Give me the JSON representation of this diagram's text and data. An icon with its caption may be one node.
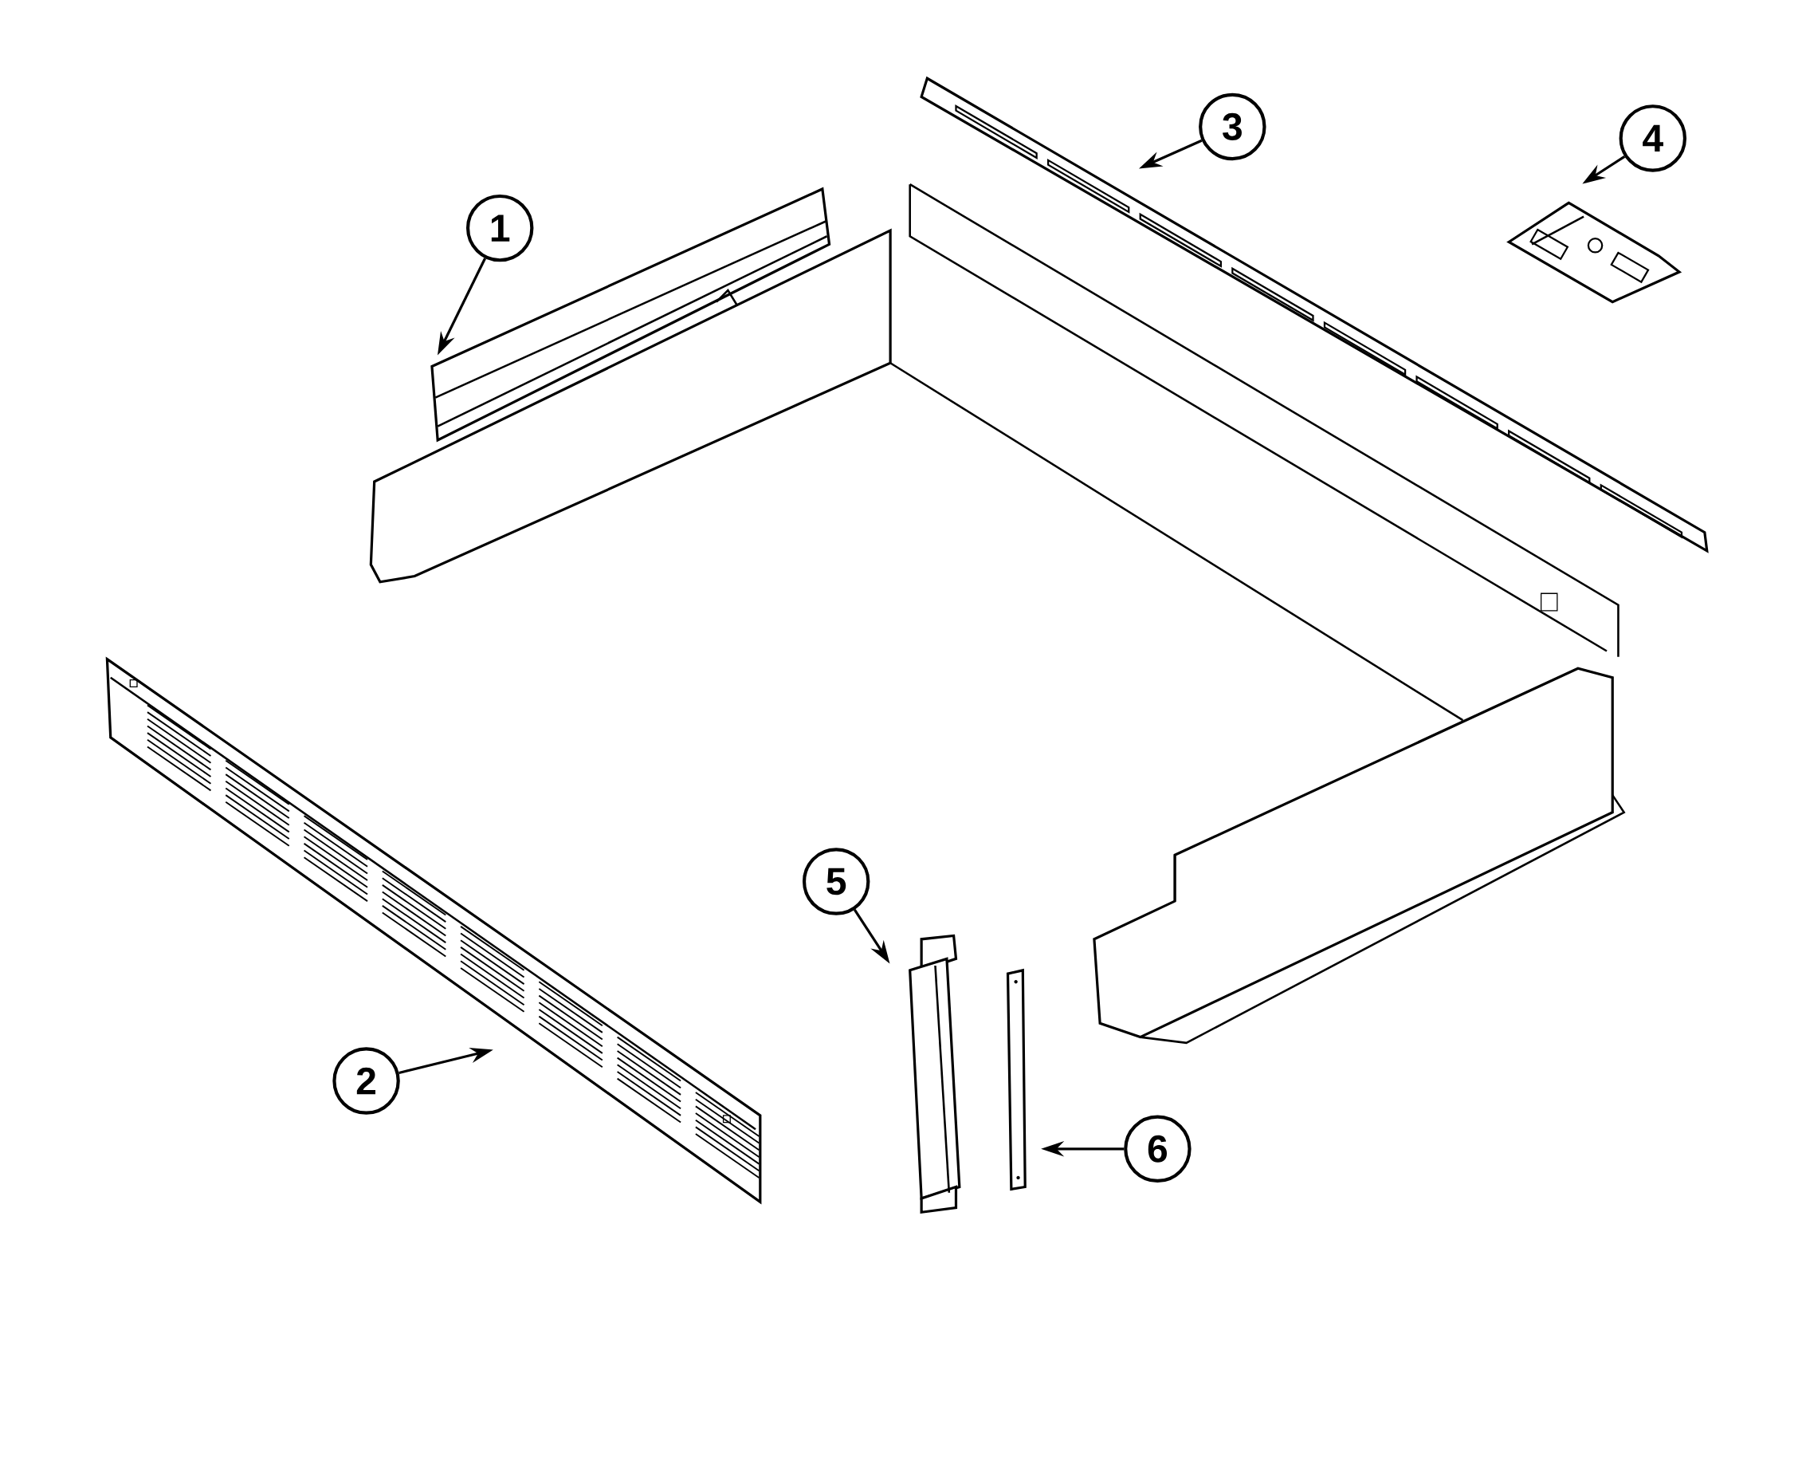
{
  "diagram": {
    "nodes": [
      {
        "text": [
          "1"
        ]
      },
      {
        "text": [
          "2"
        ]
      },
      {
        "text": [
          "3"
        ]
      },
      {
        "text": [
          "4"
        ]
      },
      {
        "text": [
          "5"
        ]
      },
      {
        "text": [
          "6"
        ]
      },
      {
        "text": [],
        "shape": "picture"
      },
      {
        "text": [],
        "shape": "picture"
      },
      {
        "text": [],
        "shape": "picture"
      },
      {
        "text": [],
        "shape": "picture"
      },
      {
        "text": [],
        "shape": "picture"
      },
      {
        "text": [],
        "shape": "picture"
      }
    ],
    "edges": [
      {
        "from": 0,
        "to": 6,
        "arrow": "to"
      },
      {
        "from": 1,
        "to": 7,
        "arrow": "to"
      },
      {
        "from": 2,
        "to": 8,
        "arrow": "to"
      },
      {
        "from": 3,
        "to": 9,
        "arrow": "to"
      },
      {
        "from": 4,
        "to": 10,
        "arrow": "to"
      },
      {
        "from": 5,
        "to": 11,
        "arrow": "to"
      }
    ]
  }
}
